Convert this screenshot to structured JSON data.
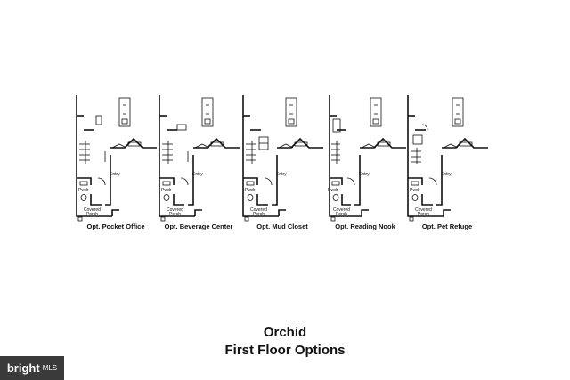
{
  "options": [
    {
      "caption": "Opt. Pocket Office",
      "entry_label": "Entry",
      "powder_label": "Pwdr",
      "porch_label_line1": "Covered",
      "porch_label_line2": "Porch"
    },
    {
      "caption": "Opt. Beverage Center",
      "entry_label": "Entry",
      "powder_label": "Pwdr",
      "porch_label_line1": "Covered",
      "porch_label_line2": "Porch"
    },
    {
      "caption": "Opt. Mud Closet",
      "entry_label": "Entry",
      "powder_label": "Pwdr",
      "porch_label_line1": "Covered",
      "porch_label_line2": "Porch"
    },
    {
      "caption": "Opt. Reading Nook",
      "entry_label": "Entry",
      "powder_label": "Pwdr",
      "porch_label_line1": "Covered",
      "porch_label_line2": "Porch"
    },
    {
      "caption": "Opt. Pet Refuge",
      "entry_label": "Entry",
      "powder_label": "Pwdr",
      "porch_label_line1": "Covered",
      "porch_label_line2": "Porch"
    }
  ],
  "title": "Orchid",
  "subtitle": "First Floor Options",
  "watermark": {
    "brand": "bright",
    "suffix": "MLS"
  }
}
